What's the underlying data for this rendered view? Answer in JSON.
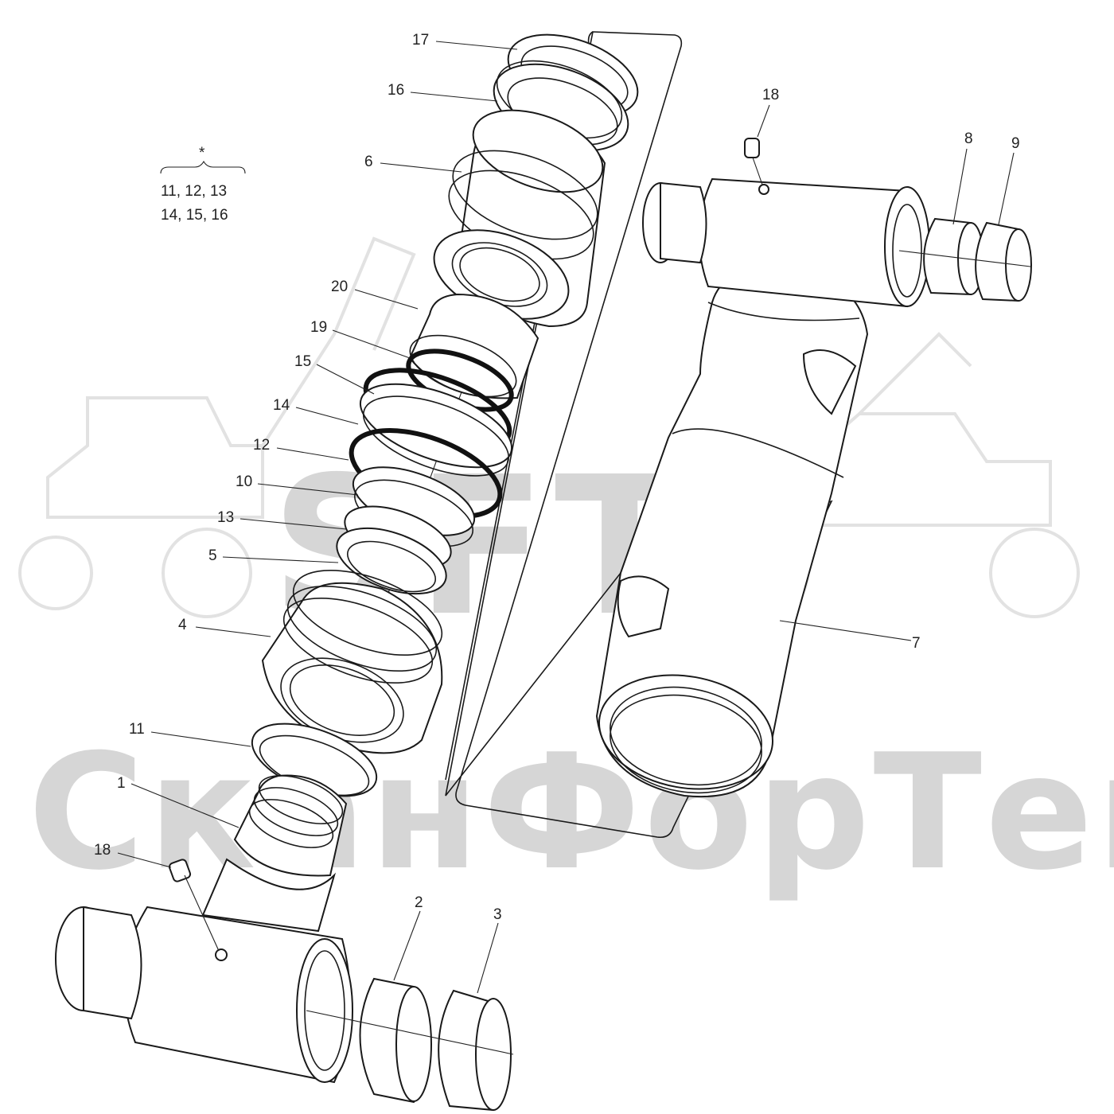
{
  "kit_note": {
    "symbol": "*",
    "line1": "11, 12, 13",
    "line2": "14, 15, 16"
  },
  "watermark": {
    "logo": "SFT",
    "company": "СканФорТек"
  },
  "callouts": [
    {
      "id": "c17",
      "label": "17"
    },
    {
      "id": "c16",
      "label": "16"
    },
    {
      "id": "c6",
      "label": "6"
    },
    {
      "id": "c20",
      "label": "20"
    },
    {
      "id": "c19",
      "label": "19"
    },
    {
      "id": "c15",
      "label": "15"
    },
    {
      "id": "c14",
      "label": "14"
    },
    {
      "id": "c12",
      "label": "12"
    },
    {
      "id": "c10",
      "label": "10"
    },
    {
      "id": "c13",
      "label": "13"
    },
    {
      "id": "c5",
      "label": "5"
    },
    {
      "id": "c4",
      "label": "4"
    },
    {
      "id": "c11",
      "label": "11"
    },
    {
      "id": "c1",
      "label": "1"
    },
    {
      "id": "c18a",
      "label": "18"
    },
    {
      "id": "c18b",
      "label": "18"
    },
    {
      "id": "c8",
      "label": "8"
    },
    {
      "id": "c9",
      "label": "9"
    },
    {
      "id": "c7",
      "label": "7"
    },
    {
      "id": "c2",
      "label": "2"
    },
    {
      "id": "c3",
      "label": "3"
    }
  ]
}
